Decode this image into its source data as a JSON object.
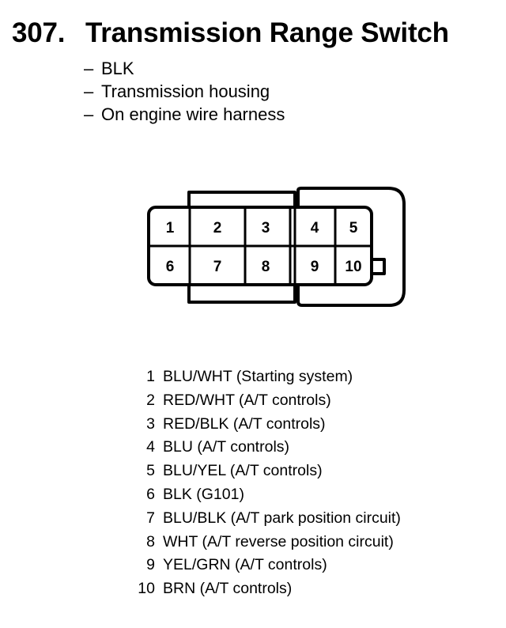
{
  "header": {
    "number": "307.",
    "title": "Transmission Range Switch"
  },
  "specs": [
    {
      "dash": "–",
      "text": "BLK"
    },
    {
      "dash": "–",
      "text": "Transmission housing"
    },
    {
      "dash": "–",
      "text": "On engine wire harness"
    }
  ],
  "connector": {
    "pins": [
      "1",
      "2",
      "3",
      "4",
      "5",
      "6",
      "7",
      "8",
      "9",
      "10"
    ]
  },
  "wires": [
    {
      "pin": "1",
      "desc": "BLU/WHT (Starting system)"
    },
    {
      "pin": "2",
      "desc": "RED/WHT (A/T controls)"
    },
    {
      "pin": "3",
      "desc": "RED/BLK (A/T controls)"
    },
    {
      "pin": "4",
      "desc": "BLU (A/T controls)"
    },
    {
      "pin": "5",
      "desc": "BLU/YEL (A/T controls)"
    },
    {
      "pin": "6",
      "desc": "BLK (G101)"
    },
    {
      "pin": "7",
      "desc": "BLU/BLK (A/T park position circuit)"
    },
    {
      "pin": "8",
      "desc": "WHT (A/T reverse position circuit)"
    },
    {
      "pin": "9",
      "desc": "YEL/GRN (A/T controls)"
    },
    {
      "pin": "10",
      "desc": "BRN (A/T controls)"
    }
  ]
}
